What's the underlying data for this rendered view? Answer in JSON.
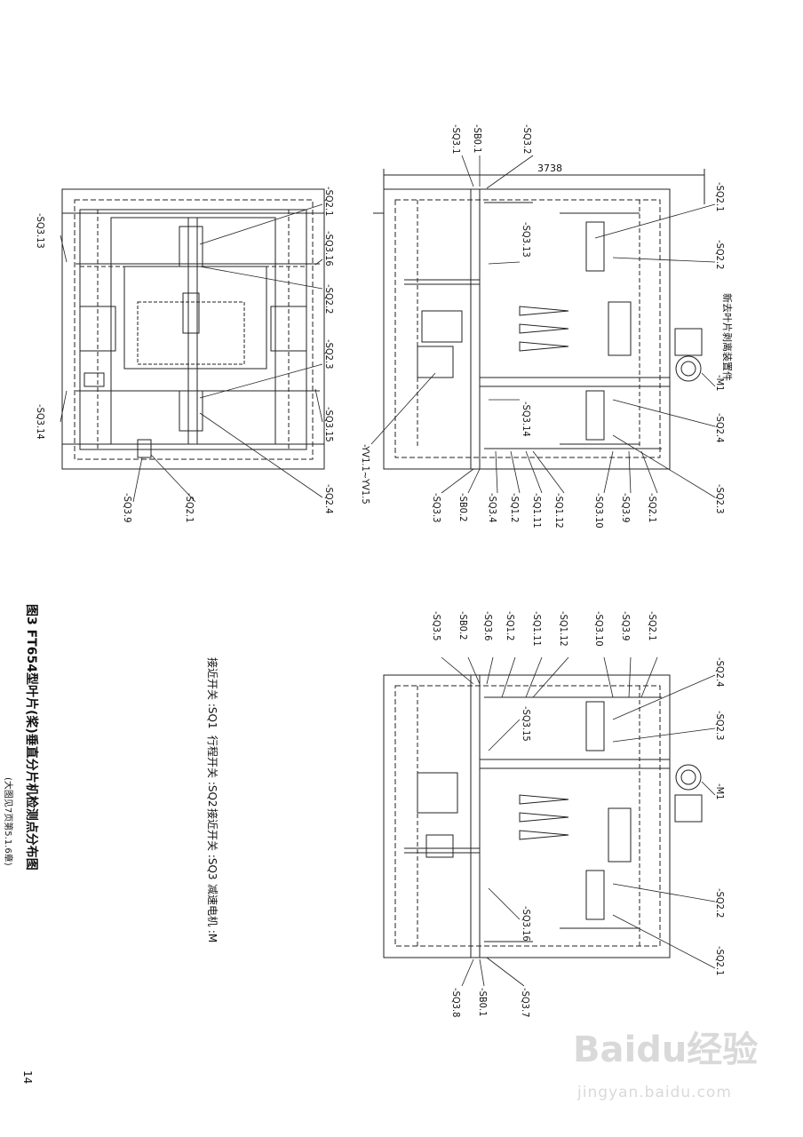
{
  "caption": {
    "title": "图3 FT654型叶片(桨)垂直分片机检测点分布图",
    "subtitle": "(大图见7页第5.1.6章)"
  },
  "legend": [
    {
      "label": "接近开关 :SQ1"
    },
    {
      "label": "行程开关 :SQ2"
    },
    {
      "label": "接近开关 :SQ3"
    },
    {
      "label": "减速电机 :M"
    }
  ],
  "page_number": "14",
  "dimension": "3738",
  "note": "新去叶片剥离装置件",
  "watermark": {
    "logo": "Baidu经验",
    "url": "jingyan.baidu.com"
  },
  "diagrams": {
    "top_left": {
      "labels": [
        "-SQ2.1",
        "-SQ3.16",
        "-SQ2.2",
        "-SQ2.3",
        "-SQ3.15",
        "-SQ2.4",
        "-SQ2.1",
        "-SQ3.9",
        "-SQ3.13",
        "-SQ3.14"
      ]
    },
    "top_right": {
      "top_labels": [
        "-SQ3.1",
        "-SB0.1",
        "-SQ3.2"
      ],
      "right_labels": [
        "-SQ2.1",
        "-SQ2.2",
        "-M1",
        "-SQ2.4",
        "-SQ2.3"
      ],
      "inner_labels": [
        "-SQ3.13",
        "-SQ3.14"
      ],
      "bottom_labels": [
        "-SQ3.3",
        "-SB0.2",
        "-SQ3.4",
        "-SQ1.2",
        "-SQ1.11",
        "-SQ1.12",
        "-SQ3.10",
        "-SQ3.9",
        "-SQ2.1"
      ],
      "left_label": "-YV1.1~YV1.5"
    },
    "bottom_right": {
      "top_labels": [
        "-SQ3.5",
        "-SB0.2",
        "-SQ3.6",
        "-SQ1.2",
        "-SQ1.11",
        "-SQ1.12",
        "-SQ3.10",
        "-SQ3.9",
        "-SQ2.1"
      ],
      "right_labels": [
        "-SQ2.4",
        "-SQ2.3",
        "-M1",
        "-SQ2.2",
        "-SQ2.1"
      ],
      "inner_labels": [
        "-SQ3.15",
        "-SQ3.16"
      ],
      "bottom_labels": [
        "-SQ3.8",
        "-SB0.1",
        "-SQ3.7"
      ]
    }
  }
}
